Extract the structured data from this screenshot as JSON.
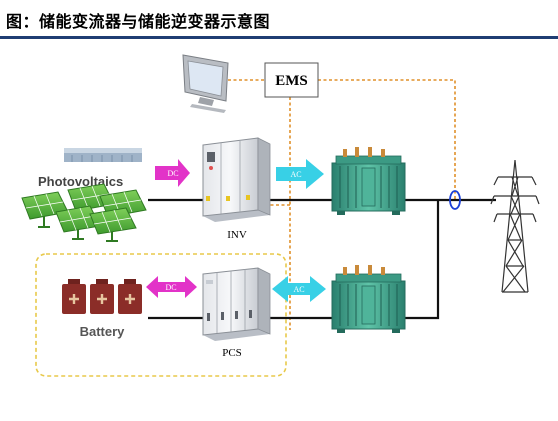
{
  "title": "图：储能变流器与储能逆变器示意图",
  "labels": {
    "ems": "EMS",
    "photovoltaics": "Photovoltaics",
    "inv": "INV",
    "battery": "Battery",
    "pcs": "PCS",
    "dc_top": "DC",
    "ac_top": "AC",
    "dc_bottom": "DC",
    "ac_bottom": "AC"
  },
  "colors": {
    "title_rule": "#1f3d73",
    "control_dashed": "#e0902a",
    "battery_box": "#e8c94a",
    "dc_arrow": "#e233c8",
    "ac_arrow": "#38d0e6",
    "battery_red": "#8b2d28",
    "transformer": "#2f8c7a"
  },
  "icons": [
    "monitor-icon",
    "solar-panel-icon",
    "inverter-cabinet-icon",
    "transformer-icon",
    "battery-icon",
    "pcs-cabinet-icon",
    "transmission-tower-icon",
    "current-sensor-icon"
  ]
}
